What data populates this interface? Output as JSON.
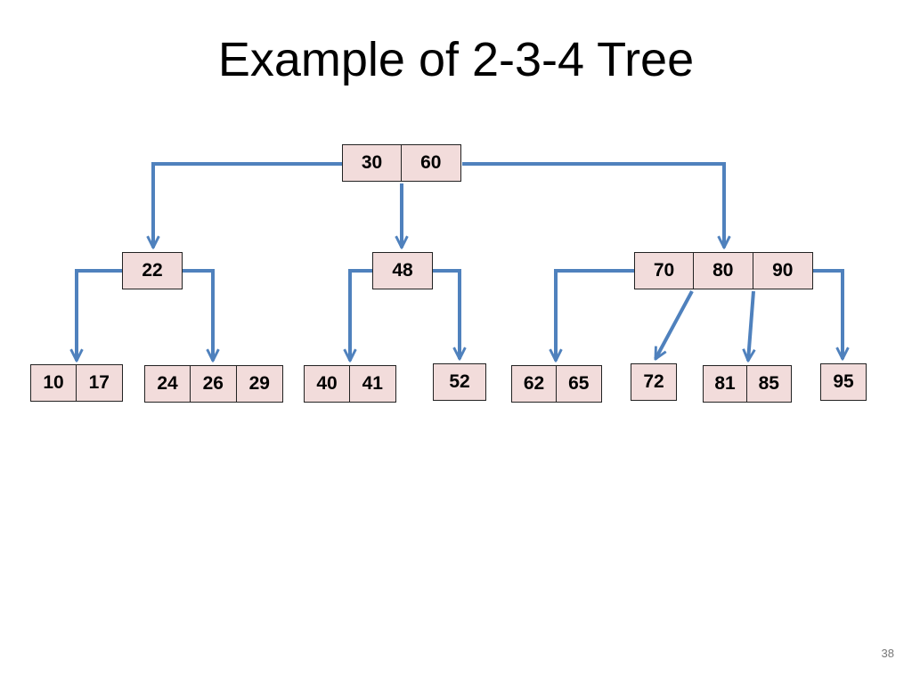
{
  "title": "Example of 2-3-4 Tree",
  "page_number": "38",
  "colors": {
    "node_fill": "#f2dcdb",
    "node_border": "#222222",
    "edge": "#4f81bd"
  },
  "nodes": [
    {
      "id": "root",
      "keys": [
        "30",
        "60"
      ]
    },
    {
      "id": "n22",
      "keys": [
        "22"
      ]
    },
    {
      "id": "n48",
      "keys": [
        "48"
      ]
    },
    {
      "id": "n708090",
      "keys": [
        "70",
        "80",
        "90"
      ]
    },
    {
      "id": "l1017",
      "keys": [
        "10",
        "17"
      ]
    },
    {
      "id": "l242629",
      "keys": [
        "24",
        "26",
        "29"
      ]
    },
    {
      "id": "l4041",
      "keys": [
        "40",
        "41"
      ]
    },
    {
      "id": "l52",
      "keys": [
        "52"
      ]
    },
    {
      "id": "l6265",
      "keys": [
        "62",
        "65"
      ]
    },
    {
      "id": "l72",
      "keys": [
        "72"
      ]
    },
    {
      "id": "l8185",
      "keys": [
        "81",
        "85"
      ]
    },
    {
      "id": "l95",
      "keys": [
        "95"
      ]
    }
  ],
  "edges": [
    {
      "from": "root",
      "to": "n22"
    },
    {
      "from": "root",
      "to": "n48"
    },
    {
      "from": "root",
      "to": "n708090"
    },
    {
      "from": "n22",
      "to": "l1017"
    },
    {
      "from": "n22",
      "to": "l242629"
    },
    {
      "from": "n48",
      "to": "l4041"
    },
    {
      "from": "n48",
      "to": "l52"
    },
    {
      "from": "n708090",
      "to": "l6265"
    },
    {
      "from": "n708090",
      "to": "l72"
    },
    {
      "from": "n708090",
      "to": "l8185"
    },
    {
      "from": "n708090",
      "to": "l95"
    }
  ]
}
